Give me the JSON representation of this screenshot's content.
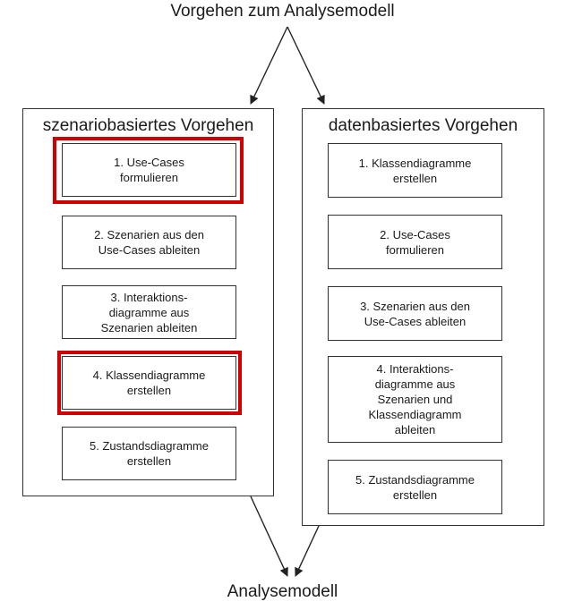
{
  "title_top": "Vorgehen zum Analysemodell",
  "title_bottom": "Analysemodell",
  "highlight_color": "#d00000",
  "left": {
    "heading": "szenariobasiertes Vorgehen",
    "steps": [
      "1. Use-Cases\nformulieren",
      "2. Szenarien aus den\nUse-Cases ableiten",
      "3. Interaktions-\ndiagramme aus\nSzenarien ableiten",
      "4. Klassendiagramme\nerstellen",
      "5. Zustandsdiagramme\nerstellen"
    ],
    "highlighted_steps": [
      1,
      4
    ]
  },
  "right": {
    "heading": "datenbasiertes Vorgehen",
    "steps": [
      "1. Klassendiagramme\nerstellen",
      "2. Use-Cases\nformulieren",
      "3. Szenarien aus den\nUse-Cases ableiten",
      "4. Interaktions-\ndiagramme aus\nSzenarien  und\nKlassendiagramm\nableiten",
      "5. Zustandsdiagramme\nerstellen"
    ]
  }
}
